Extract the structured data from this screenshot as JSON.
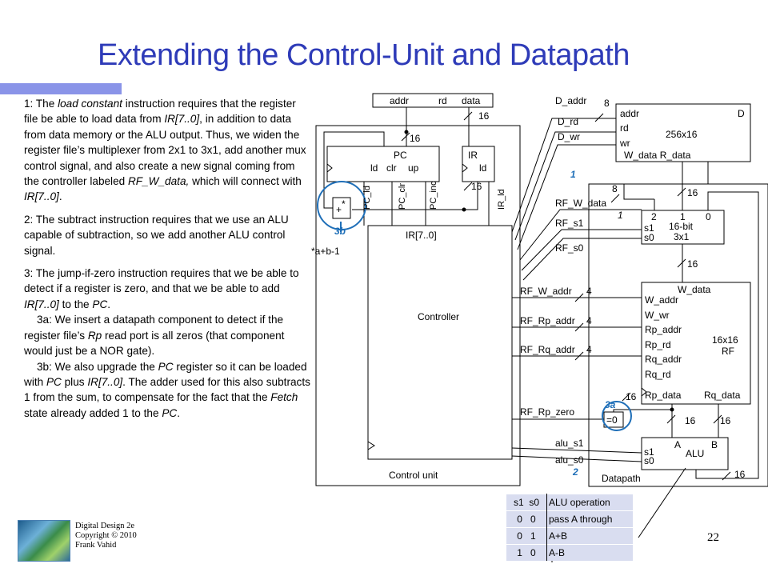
{
  "slide": {
    "title": "Extending the Control-Unit and Datapath",
    "page_number": "22"
  },
  "notes": {
    "p1_a": "1: The ",
    "p1_b": "load constant",
    "p1_c": " instruction requires that the register file be able to load data from ",
    "p1_d": "IR[7..0]",
    "p1_e": ", in addition to data from data memory or the ALU output. Thus, we widen the register file’s multiplexer from 2x1 to 3x1, add another mux control signal, and also create a new signal coming from the controller labeled ",
    "p1_f": "RF_W_data,",
    "p1_g": " which will connect with ",
    "p1_h": "IR[7..0]",
    "p1_i": ".",
    "p2": "2: The subtract instruction requires that we use an ALU capable of subtraction, so we add another ALU control signal.",
    "p3_a": "3: The jump-if-zero instruction requires that we be able to detect if a register is zero, and that we be able to add ",
    "p3_b": "IR[7..0]",
    "p3_c": " to the ",
    "p3_d": "PC",
    "p3_e": ".",
    "p3a_a": "3a: We insert a datapath component to detect if the register file’s ",
    "p3a_b": "Rp",
    "p3a_c": " read port is all zeros (that component would just be a NOR gate).",
    "p3b_a": "3b: We also upgrade the ",
    "p3b_b": "PC",
    "p3b_c": " register so it can be loaded with ",
    "p3b_d": "PC",
    "p3b_e": " plus ",
    "p3b_f": "IR[7..0]",
    "p3b_g": ". The adder used for this also subtracts 1 from the sum, to compensate for the fact that the ",
    "p3b_h": "Fetch",
    "p3b_i": " state already added 1 to the ",
    "p3b_j": "PC",
    "p3b_k": "."
  },
  "footer": {
    "line1": "Digital Design 2e",
    "line2": "Copyright © 2010",
    "line3": "Frank Vahid"
  },
  "diagram": {
    "imem": {
      "addr": "addr",
      "rd": "rd",
      "data": "data"
    },
    "pc": {
      "name": "PC",
      "ld": "ld",
      "clr": "clr",
      "up": "up"
    },
    "ir": {
      "name": "IR",
      "ld": "ld"
    },
    "adder_label": "+",
    "star": "*",
    "star_note": "*a+b-1",
    "ctrl_signals": {
      "pc_ld": "PC_ld",
      "pc_clr": "PC_clr",
      "pc_inc": "PC_inc",
      "ir_ld": "IR_ld"
    },
    "ir_bus": "IR[7..0]",
    "controller": "Controller",
    "control_unit": "Control unit",
    "dmem": {
      "addr": "addr",
      "rd": "rd",
      "wr": "wr",
      "size": "256x16",
      "w_data": "W_data R_data",
      "name": "D"
    },
    "mux": {
      "in2": "2",
      "in1": "1",
      "in0": "0",
      "name": "16-bit",
      "size": "3x1",
      "s1": "s1",
      "s0": "s0"
    },
    "rf": {
      "w_data": "W_data",
      "w_addr": "W_addr",
      "w_wr": "W_wr",
      "rp_addr": "Rp_addr",
      "rp_rd": "Rp_rd",
      "rq_addr": "Rq_addr",
      "rq_rd": "Rq_rd",
      "size": "16x16",
      "name": "RF",
      "rp_data": "Rp_data",
      "rq_data": "Rq_data"
    },
    "zero_det": "=0",
    "alu": {
      "a": "A",
      "b": "B",
      "name": "ALU",
      "s1": "s1",
      "s0": "s0"
    },
    "datapath": "Datapath",
    "signals": {
      "d_addr": "D_addr",
      "d_rd": "D_rd",
      "d_wr": "D_wr",
      "rf_w_data": "RF_W_data",
      "rf_s1": "RF_s1",
      "rf_s0": "RF_s0",
      "rf_w_addr": "RF_W_addr",
      "rf_rp_addr": "RF_Rp_addr",
      "rf_rq_addr": "RF_Rq_addr",
      "rf_rp_zero": "RF_Rp_zero",
      "alu_s1": "alu_s1",
      "alu_s0": "alu_s0"
    },
    "widths": {
      "w16": "16",
      "w8": "8",
      "w4": "4"
    },
    "markers": {
      "m1": "1",
      "m2": "2",
      "m3a": "3a",
      "m3b": "3b"
    }
  },
  "alu_table": {
    "header": [
      "s1",
      "s0",
      "ALU operation"
    ],
    "rows": [
      [
        "0",
        "0",
        "pass A through"
      ],
      [
        "0",
        "1",
        "A+B"
      ],
      [
        "1",
        "0",
        "A-B"
      ]
    ]
  },
  "colors": {
    "title": "#2e3bb8",
    "accent_bar": "#8a94e8",
    "marker": "#1f6fb8",
    "table_bg": "#d9ddf0"
  }
}
